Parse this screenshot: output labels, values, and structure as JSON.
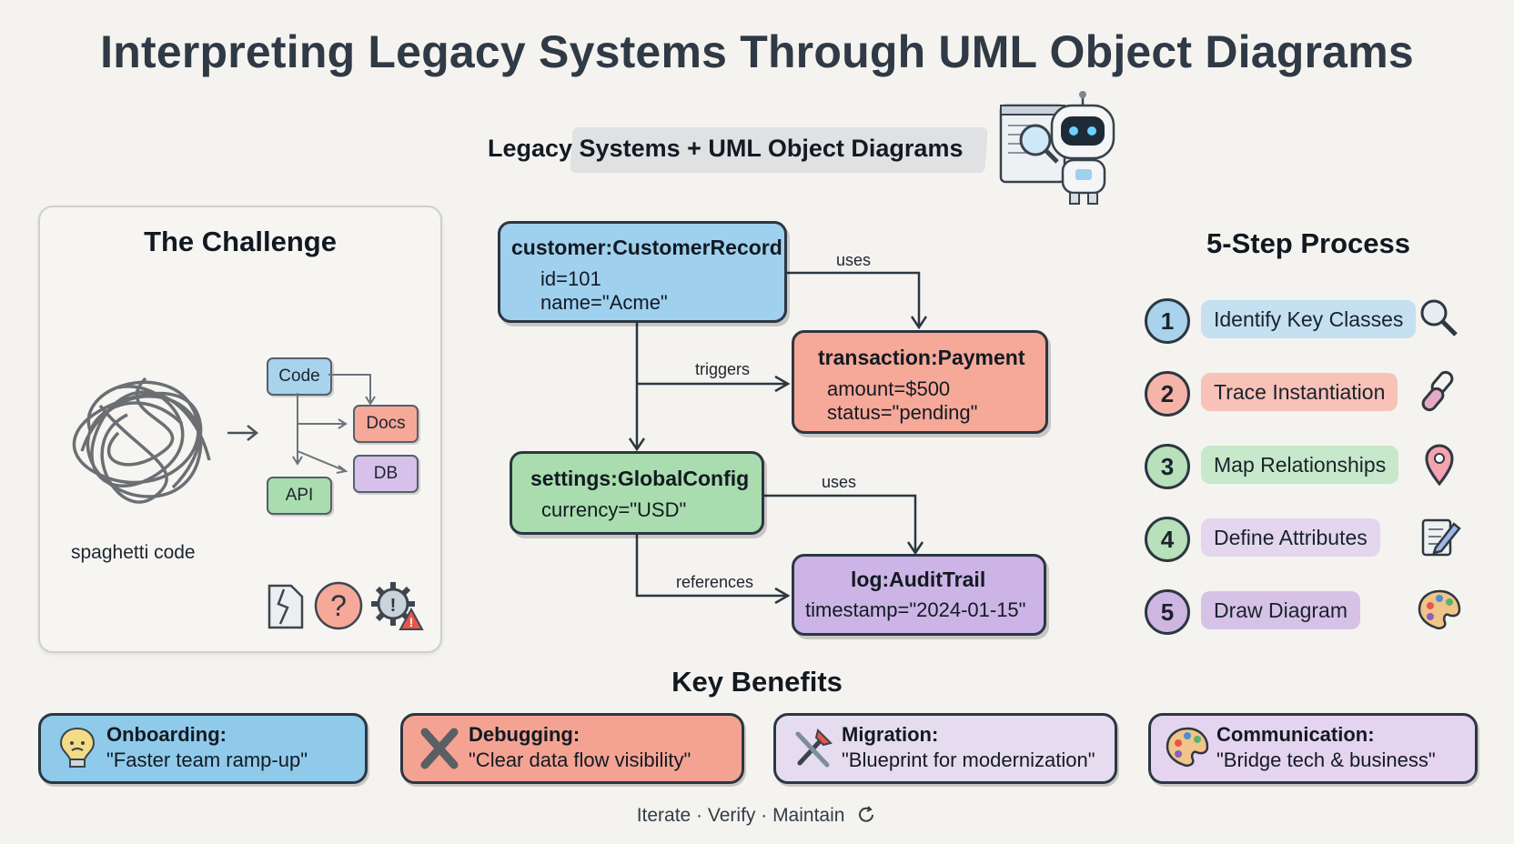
{
  "title": "Interpreting Legacy Systems Through UML Object Diagrams",
  "subtitle": "Legacy Systems + UML Object Diagrams",
  "challenge": {
    "title": "The Challenge",
    "spaghetti_label": "spaghetti code",
    "nodes": [
      "Code",
      "Docs",
      "DB",
      "API"
    ]
  },
  "objects": {
    "customer": {
      "name": "customer:CustomerRecord",
      "attrs": [
        "id=101",
        "name=\"Acme\""
      ]
    },
    "transaction": {
      "name": "transaction:Payment",
      "attrs": [
        "amount=$500",
        "status=\"pending\""
      ]
    },
    "settings": {
      "name": "settings:GlobalConfig",
      "attrs": [
        "currency=\"USD\""
      ]
    },
    "log": {
      "name": "log:AuditTrail",
      "attrs": [
        "timestamp=\"2024-01-15\""
      ]
    }
  },
  "edges": {
    "uses_top": "uses",
    "triggers": "triggers",
    "uses_bottom": "uses",
    "references": "references"
  },
  "process": {
    "title": "5-Step Process",
    "steps": [
      {
        "num": "1",
        "label": "Identify Key Classes",
        "icon": "magnifier-icon",
        "color": "#a9d3ec"
      },
      {
        "num": "2",
        "label": "Trace Instantiation",
        "icon": "chain-link-icon",
        "color": "#f6b3a8"
      },
      {
        "num": "3",
        "label": "Map Relationships",
        "icon": "map-pin-icon",
        "color": "#b7e0bb"
      },
      {
        "num": "4",
        "label": "Define Attributes",
        "icon": "notepad-pencil-icon",
        "color": "#dccdea"
      },
      {
        "num": "5",
        "label": "Draw Diagram",
        "icon": "palette-icon",
        "color": "#cfb6e2"
      }
    ]
  },
  "benefits": {
    "title": "Key Benefits",
    "items": [
      {
        "title": "Onboarding:",
        "text": "\"Faster team ramp-up\"",
        "icon": "lightbulb-icon",
        "color": "#8fcaea"
      },
      {
        "title": "Debugging:",
        "text": "\"Clear data flow visibility\"",
        "icon": "x-mark-icon",
        "color": "#f4a393"
      },
      {
        "title": "Migration:",
        "text": "\"Blueprint for modernization\"",
        "icon": "tools-icon",
        "color": "#e6dcef"
      },
      {
        "title": "Communication:",
        "text": "\"Bridge tech & business\"",
        "icon": "palette-icon",
        "color": "#e4d4ef"
      }
    ]
  },
  "footer": "Iterate · Verify · Maintain",
  "colors": {
    "blue": "#9fd0ee",
    "salmon": "#f6a899",
    "green": "#a9dcae",
    "purple": "#ccb4e6"
  }
}
